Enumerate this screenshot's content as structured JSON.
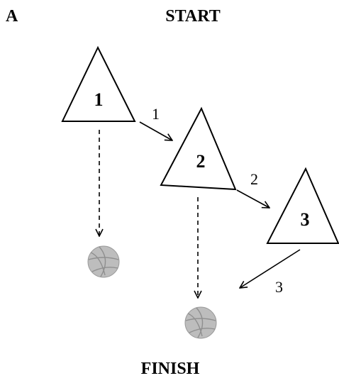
{
  "panel_label": "A",
  "start_label": "START",
  "finish_label": "FINISH",
  "stations": [
    {
      "label": "1"
    },
    {
      "label": "2"
    },
    {
      "label": "3"
    }
  ],
  "passes": [
    {
      "label": "1"
    },
    {
      "label": "2"
    },
    {
      "label": "3"
    }
  ],
  "colors": {
    "ball_fill": "#bdbdbd",
    "ball_seam": "#8f8f8f",
    "line": "#000000"
  },
  "icons": {
    "ball": "basketball-icon",
    "station": "triangle-cone-icon"
  }
}
